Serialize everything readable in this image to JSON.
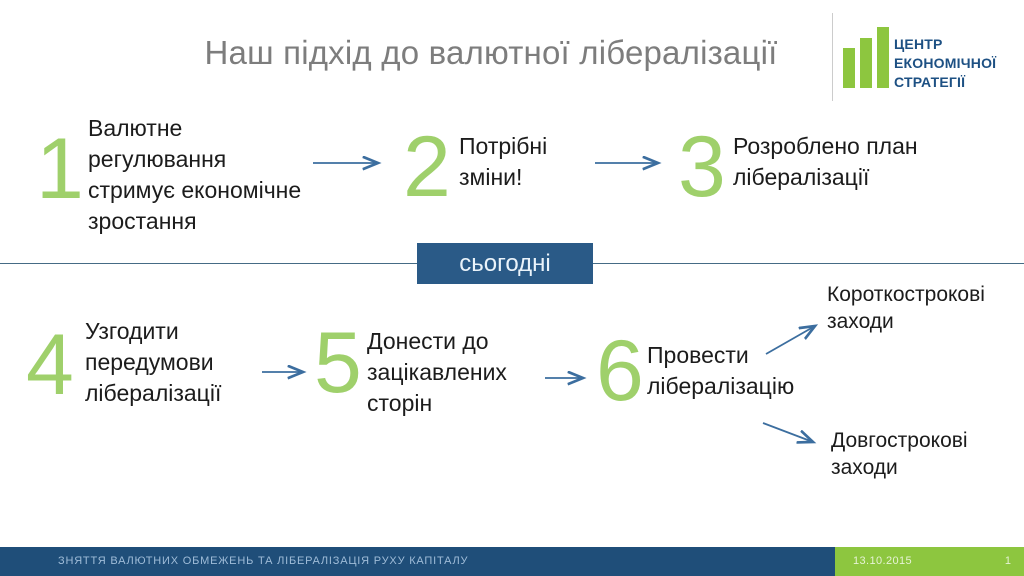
{
  "slide": {
    "title": "Наш підхід до валютної лібералізації",
    "logo": {
      "text": "ЦЕНТР\nЕКОНОМІЧНОЇ\nСТРАТЕГІЇ"
    },
    "timeline": {
      "today_label": "сьогодні"
    },
    "steps": [
      {
        "number": "1",
        "text": "Валютне\nрегулювання\nстримує економічне\nзростання"
      },
      {
        "number": "2",
        "text": "Потрібні\nзміни!"
      },
      {
        "number": "3",
        "text": "Розроблено план\nлібералізації"
      },
      {
        "number": "4",
        "text": "Узгодити\nпередумови\nлібералізації"
      },
      {
        "number": "5",
        "text": "Донести до\nзацікавлених\nсторін"
      },
      {
        "number": "6",
        "text": "Провести\nлібералізацію"
      }
    ],
    "outcomes": [
      {
        "text": "Короткострокові\nзаходи"
      },
      {
        "text": "Довгострокові\nзаходи"
      }
    ],
    "footer": {
      "title": "ЗНЯТТЯ ВАЛЮТНИХ ОБМЕЖЕНЬ ТА ЛІБЕРАЛІЗАЦІЯ РУХУ КАПІТАЛУ",
      "date": "13.10.2015",
      "page": "1"
    },
    "colors": {
      "accent_green": "#8dc63f",
      "number_green": "#9fd06b",
      "footer_navy": "#1f4e79",
      "badge_blue": "#2a5a87",
      "arrow_blue": "#3c6e9f",
      "title_gray": "#7d7d7d",
      "logo_navy": "#1d5083",
      "timeline_line": "#456b85"
    }
  }
}
